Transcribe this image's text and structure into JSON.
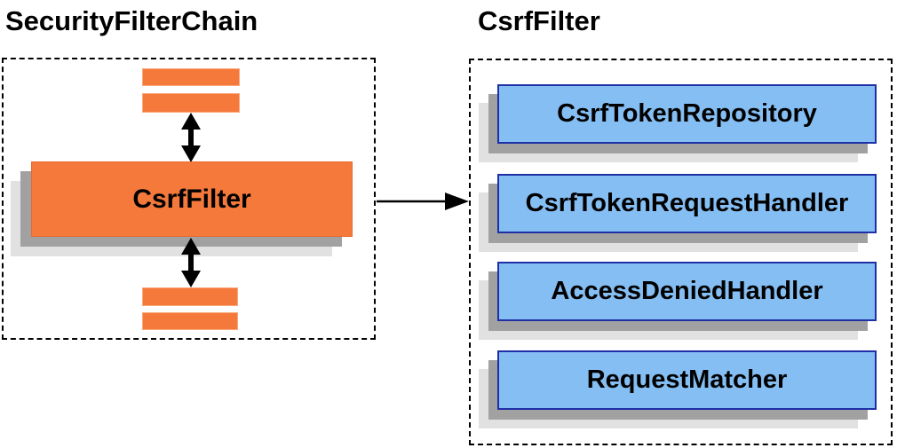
{
  "colors": {
    "orange": "#F4793B",
    "orange_bar_border": "#F9A97C",
    "orange_box_border": "#E8692F",
    "blue_fill": "#85BEF3",
    "blue_border": "#1F2FA5",
    "shadow_mid": "#A1A1A1",
    "shadow_light": "#E1E1E1",
    "arrow": "#000000",
    "panel_border": "#000000"
  },
  "left_panel": {
    "title": "SecurityFilterChain",
    "filter_box_label": "CsrfFilter"
  },
  "right_panel": {
    "title": "CsrfFilter",
    "components": [
      {
        "label": "CsrfTokenRepository"
      },
      {
        "label": "CsrfTokenRequestHandler"
      },
      {
        "label": "AccessDeniedHandler"
      },
      {
        "label": "RequestMatcher"
      }
    ]
  }
}
